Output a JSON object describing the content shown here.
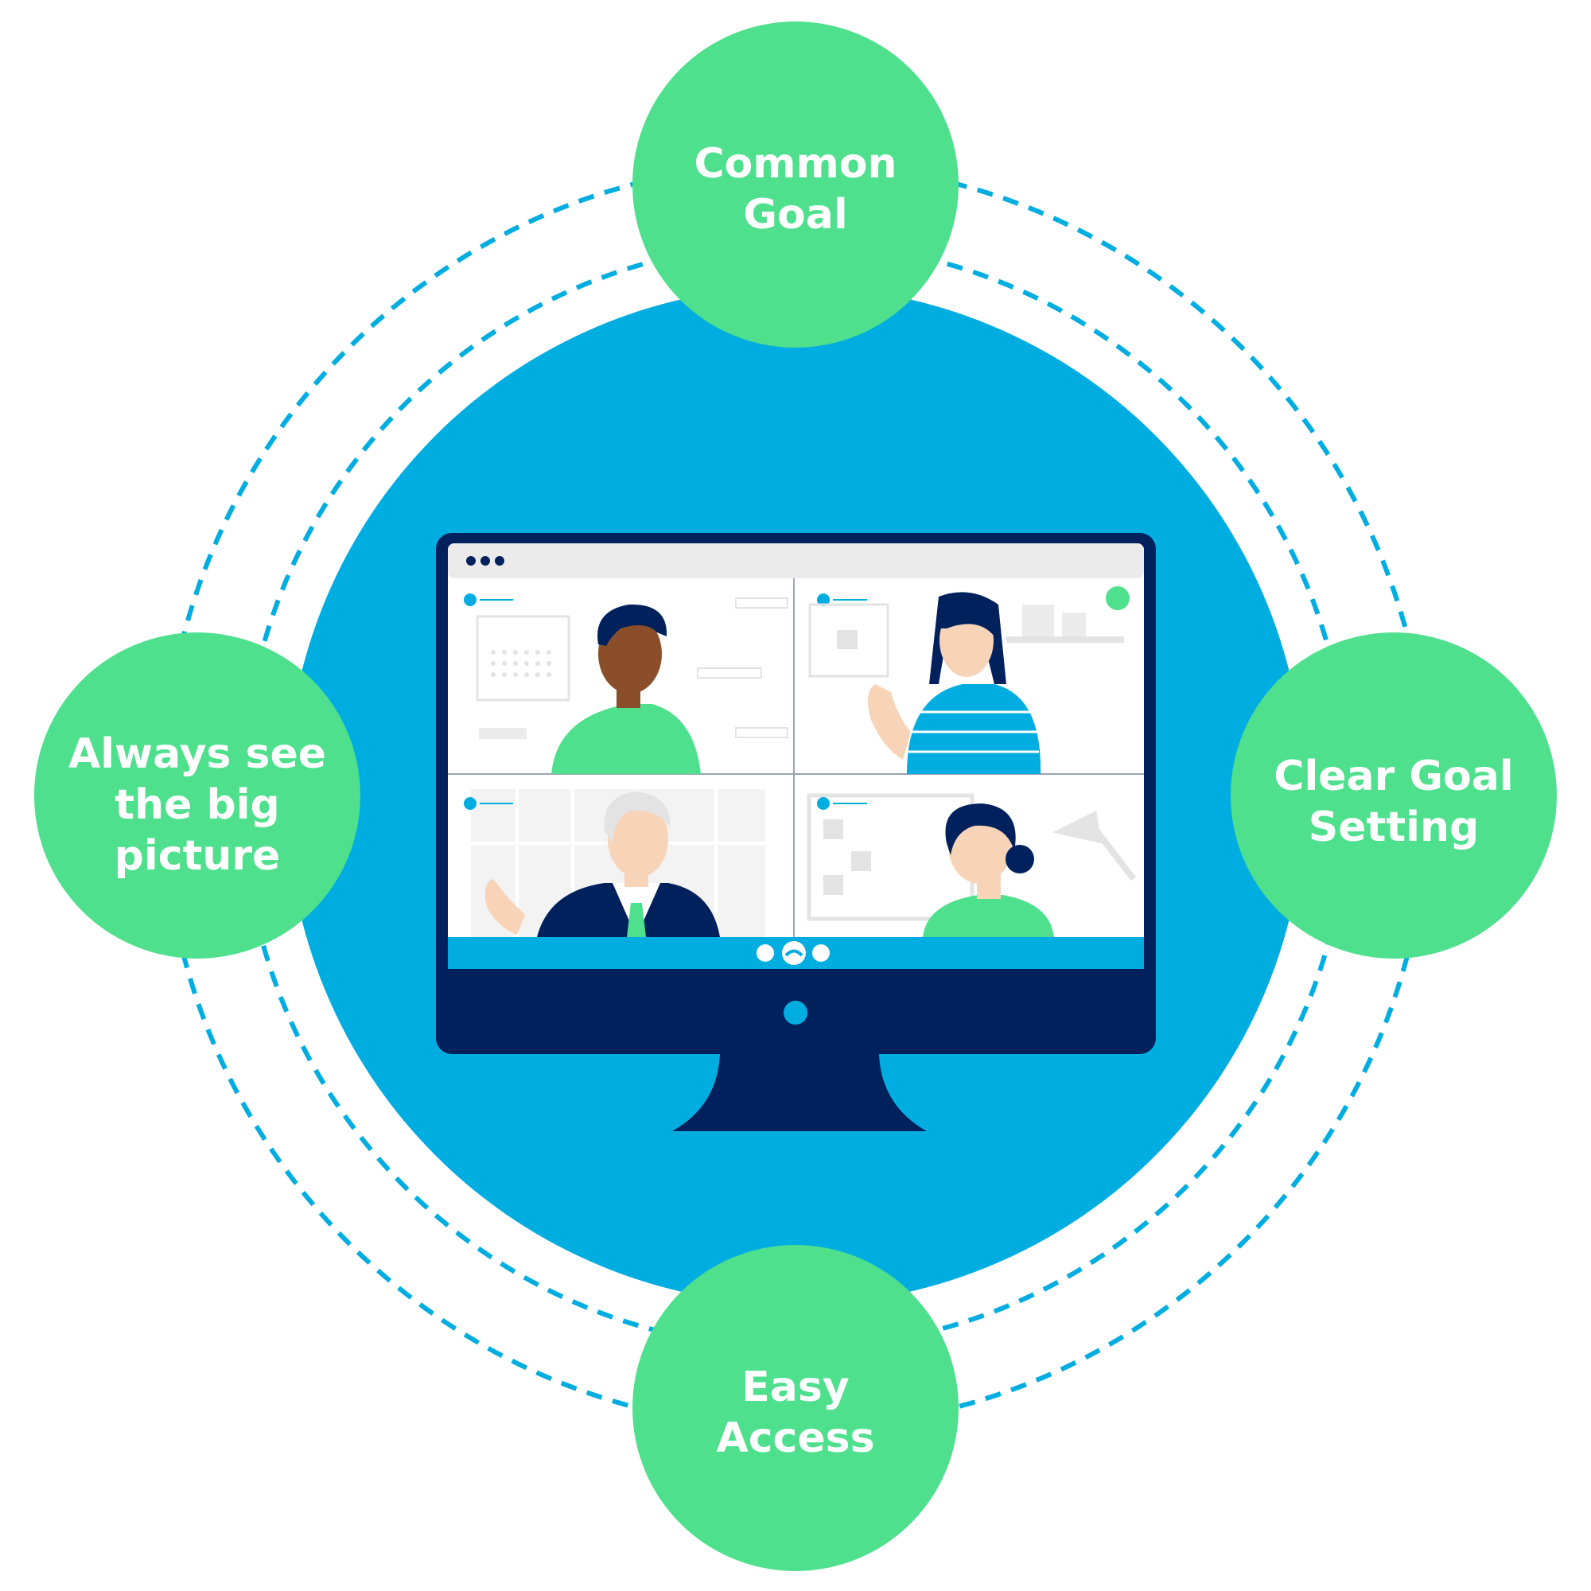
{
  "colors": {
    "background": "#ffffff",
    "center_circle": "#00ade0",
    "node": "#4ee08d",
    "dashes": "#00ade0",
    "monitor": "#00215c",
    "screen": "#ffffff",
    "toolbar": "#ebebeb",
    "call_bar": "#00ade0",
    "skin_dark": "#8a4f2a",
    "skin_light": "#f7d3b8",
    "hair_dark": "#00215c",
    "shirt_green": "#4ee08d",
    "shirt_blue": "#00ade0"
  },
  "nodes": [
    {
      "id": "common-goal",
      "label": "Common\nGoal"
    },
    {
      "id": "clear-goal-setting",
      "label": "Clear Goal\nSetting"
    },
    {
      "id": "easy-access",
      "label": "Easy\nAccess"
    },
    {
      "id": "always-see-big-picture",
      "label": "Always see\nthe big\npicture"
    }
  ],
  "illustration": {
    "subject": "desktop-monitor",
    "screen_tiles": 4,
    "call_controls": [
      "more-icon",
      "hang-up-icon",
      "camera-icon"
    ]
  }
}
